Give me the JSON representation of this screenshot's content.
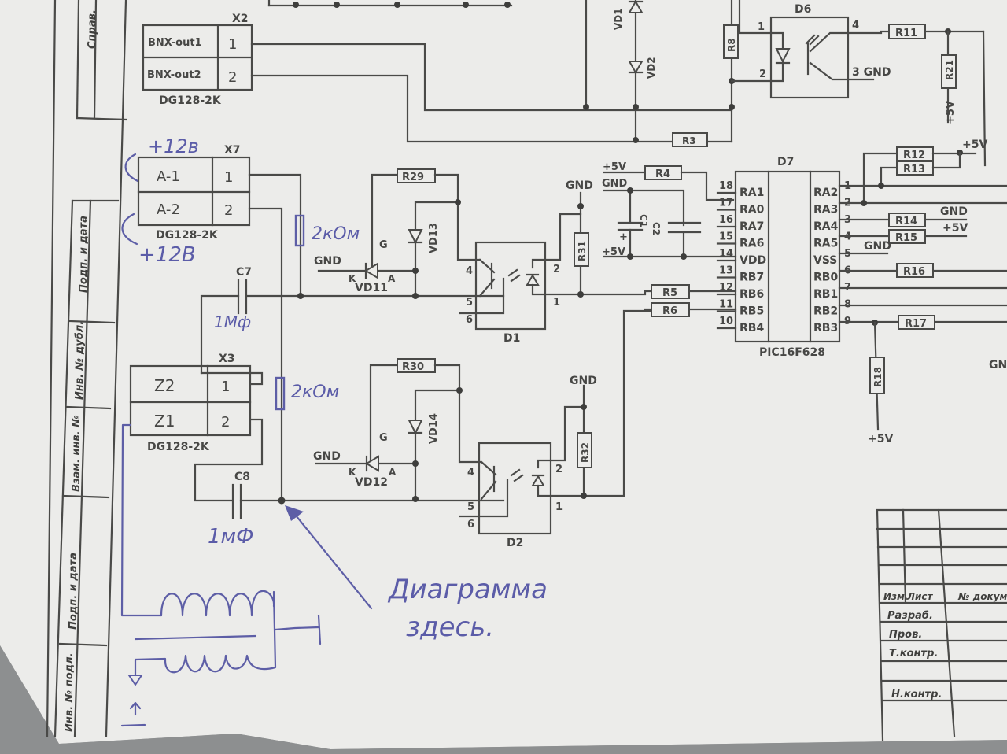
{
  "title_frame": {
    "side_labels": [
      "Справ.",
      "Подп. и дата",
      "Инв. № дубл.",
      "Взам. инв. №",
      "Подп. и дата",
      "Инв. № подл."
    ],
    "title_block": {
      "header_cells": [
        "Изм.",
        "Лист",
        "№ докум."
      ],
      "rows": [
        "Разраб.",
        "Пров.",
        "Т.контр.",
        "",
        "Н.контр."
      ]
    }
  },
  "connectors": {
    "x2": {
      "ref": "X2",
      "type": "DG128-2K",
      "pins": [
        {
          "name": "BNX-out1",
          "num": "1"
        },
        {
          "name": "BNX-out2",
          "num": "2"
        }
      ]
    },
    "x7": {
      "ref": "X7",
      "type": "DG128-2K",
      "pins": [
        {
          "name": "A-1",
          "num": "1"
        },
        {
          "name": "A-2",
          "num": "2"
        }
      ]
    },
    "x3": {
      "ref": "X3",
      "type": "DG128-2K",
      "pins": [
        {
          "name": "Z2",
          "num": "1"
        },
        {
          "name": "Z1",
          "num": "2"
        }
      ]
    }
  },
  "components": {
    "resistors": [
      "R3",
      "R4",
      "R5",
      "R6",
      "R8",
      "R11",
      "R12",
      "R13",
      "R14",
      "R15",
      "R16",
      "R17",
      "R18",
      "R21",
      "R29",
      "R30",
      "R31",
      "R32"
    ],
    "diodes": [
      "VD1",
      "VD2",
      "VD11",
      "VD12",
      "VD13",
      "VD14"
    ],
    "capacitors": [
      "C1",
      "C2",
      "C7",
      "C8"
    ],
    "optocouplers": [
      "D1",
      "D2",
      "D6"
    ],
    "vd_pin_labels": {
      "gate": "G",
      "cathode": "K",
      "anode": "A"
    }
  },
  "d6": {
    "ref": "D6",
    "pins": [
      "1",
      "2",
      "3",
      "4"
    ],
    "gnd_label": "3 GND"
  },
  "mcu": {
    "ref": "D7",
    "part": "PIC16F628",
    "left_pins": [
      {
        "num": "18",
        "name": "RA1"
      },
      {
        "num": "17",
        "name": "RA0"
      },
      {
        "num": "16",
        "name": "RA7"
      },
      {
        "num": "15",
        "name": "RA6"
      },
      {
        "num": "14",
        "name": "VDD"
      },
      {
        "num": "13",
        "name": "RB7"
      },
      {
        "num": "12",
        "name": "RB6"
      },
      {
        "num": "11",
        "name": "RB5"
      },
      {
        "num": "10",
        "name": "RB4"
      }
    ],
    "right_pins": [
      {
        "num": "1",
        "name": "RA2"
      },
      {
        "num": "2",
        "name": "RA3"
      },
      {
        "num": "3",
        "name": "RA4"
      },
      {
        "num": "4",
        "name": "RA5"
      },
      {
        "num": "5",
        "name": "VSS"
      },
      {
        "num": "6",
        "name": "RB0"
      },
      {
        "num": "7",
        "name": "RB1"
      },
      {
        "num": "8",
        "name": "RB2"
      },
      {
        "num": "9",
        "name": "RB3"
      }
    ]
  },
  "nets": {
    "gnd": "GND",
    "vcc": "+5V",
    "plus": "+",
    "gnd_partial": "GN"
  },
  "handwritten": {
    "plus12_top": "+12в",
    "plus12_bottom": "+12В",
    "res_note_1": "2кОм",
    "res_note_2": "2кОм",
    "c7_value": "1Мф",
    "c8_value": "1мФ",
    "arrow_note_line1": "Диаграмма",
    "arrow_note_line2": "здесь."
  }
}
